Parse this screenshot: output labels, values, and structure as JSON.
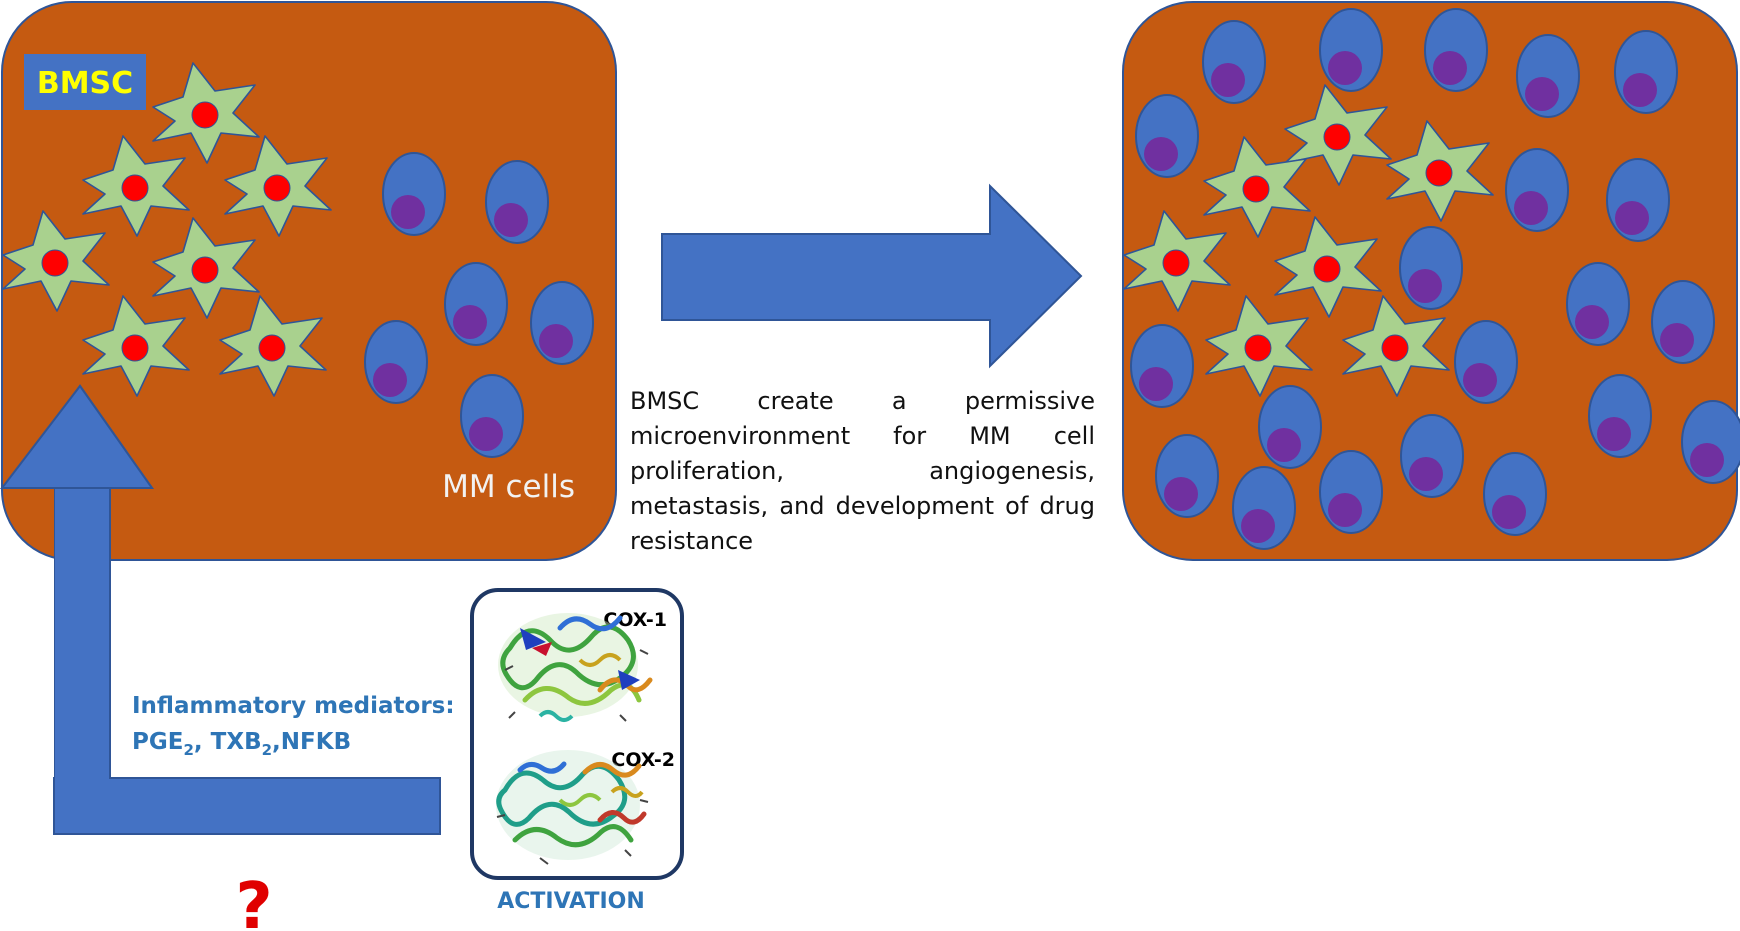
{
  "labels": {
    "bmsc_badge": "BMSC",
    "mm_cells": "MM cells",
    "caption": "BMSC create a permissive microenvironment for MM cell proliferation, angiogenesis, metastasis, and development of drug resistance",
    "mediators_heading": "Inflammatory mediators:",
    "pge": "PGE",
    "pge_sub": "2",
    "txb": "TXB",
    "txb_sub": "2",
    "nfkb": "NFKB",
    "cox1": "COX-1",
    "cox2": "COX-2",
    "activation": "ACTIVATION",
    "question": "?"
  },
  "colors": {
    "tissue": "#C55A11",
    "tissue_border": "#2F5597",
    "arrow": "#4472C4",
    "mm_cell": "#4472C4",
    "mm_nucleus": "#7030A0",
    "bmsc_cell": "#A9D18E",
    "bmsc_nucleus": "#FF0000",
    "badge_bg": "#4472C4",
    "badge_text": "#FFFF00",
    "mediator_text": "#2E75B6",
    "question": "#E00000",
    "protein_box_border": "#1F3864"
  },
  "icons": {
    "bmsc": "stellate-stromal-cell",
    "mm": "oval-myeloma-cell",
    "protein": "ribbon-protein-structure"
  }
}
